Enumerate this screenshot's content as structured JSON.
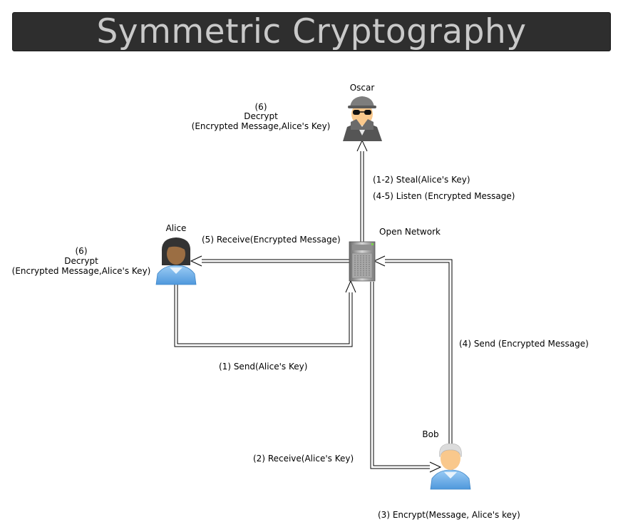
{
  "title": "Symmetric Cryptography",
  "actors": {
    "oscar": {
      "name": "Oscar",
      "icon": "spy-icon"
    },
    "alice": {
      "name": "Alice",
      "icon": "user-female-icon"
    },
    "bob": {
      "name": "Bob",
      "icon": "user-male-icon"
    },
    "network": {
      "name": "Open Network",
      "icon": "server-icon"
    }
  },
  "oscar_note": {
    "line1": "(6)",
    "line2": "Decrypt",
    "line3": "(Encrypted Message,Alice's  Key)"
  },
  "alice_note": {
    "line1": "(6)",
    "line2": "Decrypt",
    "line3": "(Encrypted Message,Alice's Key)"
  },
  "edges": {
    "steal": "(1-2) Steal(Alice's Key)",
    "listen": "(4-5) Listen (Encrypted Message)",
    "alice_receive": "(5) Receive(Encrypted Message)",
    "alice_send": "(1) Send(Alice's Key)",
    "bob_receive": "(2) Receive(Alice's Key)",
    "bob_send": "(4) Send (Encrypted Message)",
    "bob_encrypt": "(3) Encrypt(Message, Alice's  key)"
  },
  "colors": {
    "title_bg": "#2e2e2e",
    "title_text": "#c9c9c9",
    "shirt": "#6fb1ea",
    "skin": "#f9c88c",
    "alice_skin": "#9b6e43",
    "spy_coat": "#555555"
  }
}
